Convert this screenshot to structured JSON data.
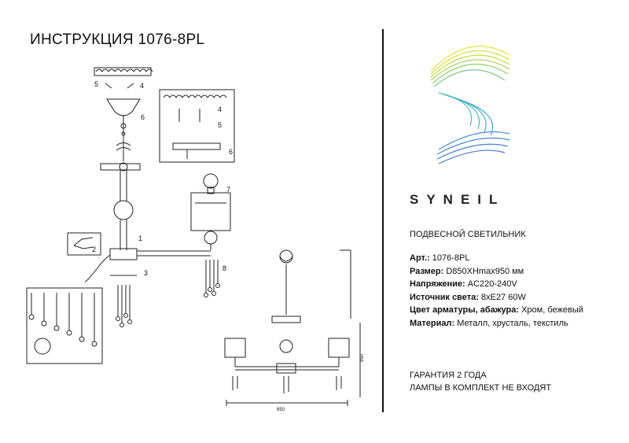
{
  "header": {
    "title": "ИНСТРУКЦИЯ 1076-8PL"
  },
  "brand": {
    "name": "SYNEIL"
  },
  "product": {
    "type": "ПОДВЕСНОЙ СВЕТИЛЬНИК",
    "specs": [
      {
        "label": "Арт.:",
        "value": "1076-8PL"
      },
      {
        "label": "Размер:",
        "value": "D850XHmax950 мм"
      },
      {
        "label": "Напряжение:",
        "value": "AC220-240V"
      },
      {
        "label": "Источник света:",
        "value": "8xE27 60W"
      },
      {
        "label": "Цвет арматуры, абажура:",
        "value": "Хром, бежевый"
      },
      {
        "label": "Материал:",
        "value": "Металл, хрусталь, текстиль"
      }
    ]
  },
  "footer": {
    "warranty": "ГАРАНТИЯ 2 ГОДА",
    "lamps_note": "ЛАМПЫ В КОМПЛЕКТ НЕ ВХОДЯТ"
  },
  "diagram": {
    "steps": [
      "1",
      "2",
      "3",
      "4",
      "5",
      "6",
      "7",
      "8"
    ],
    "dims": {
      "diameter": "850",
      "height": "950"
    }
  },
  "colors": {
    "logo_yellow": "#e8e23a",
    "logo_green": "#7cc68a",
    "logo_teal": "#3fb6c4",
    "logo_blue": "#4a8fd6",
    "ink": "#111111"
  }
}
